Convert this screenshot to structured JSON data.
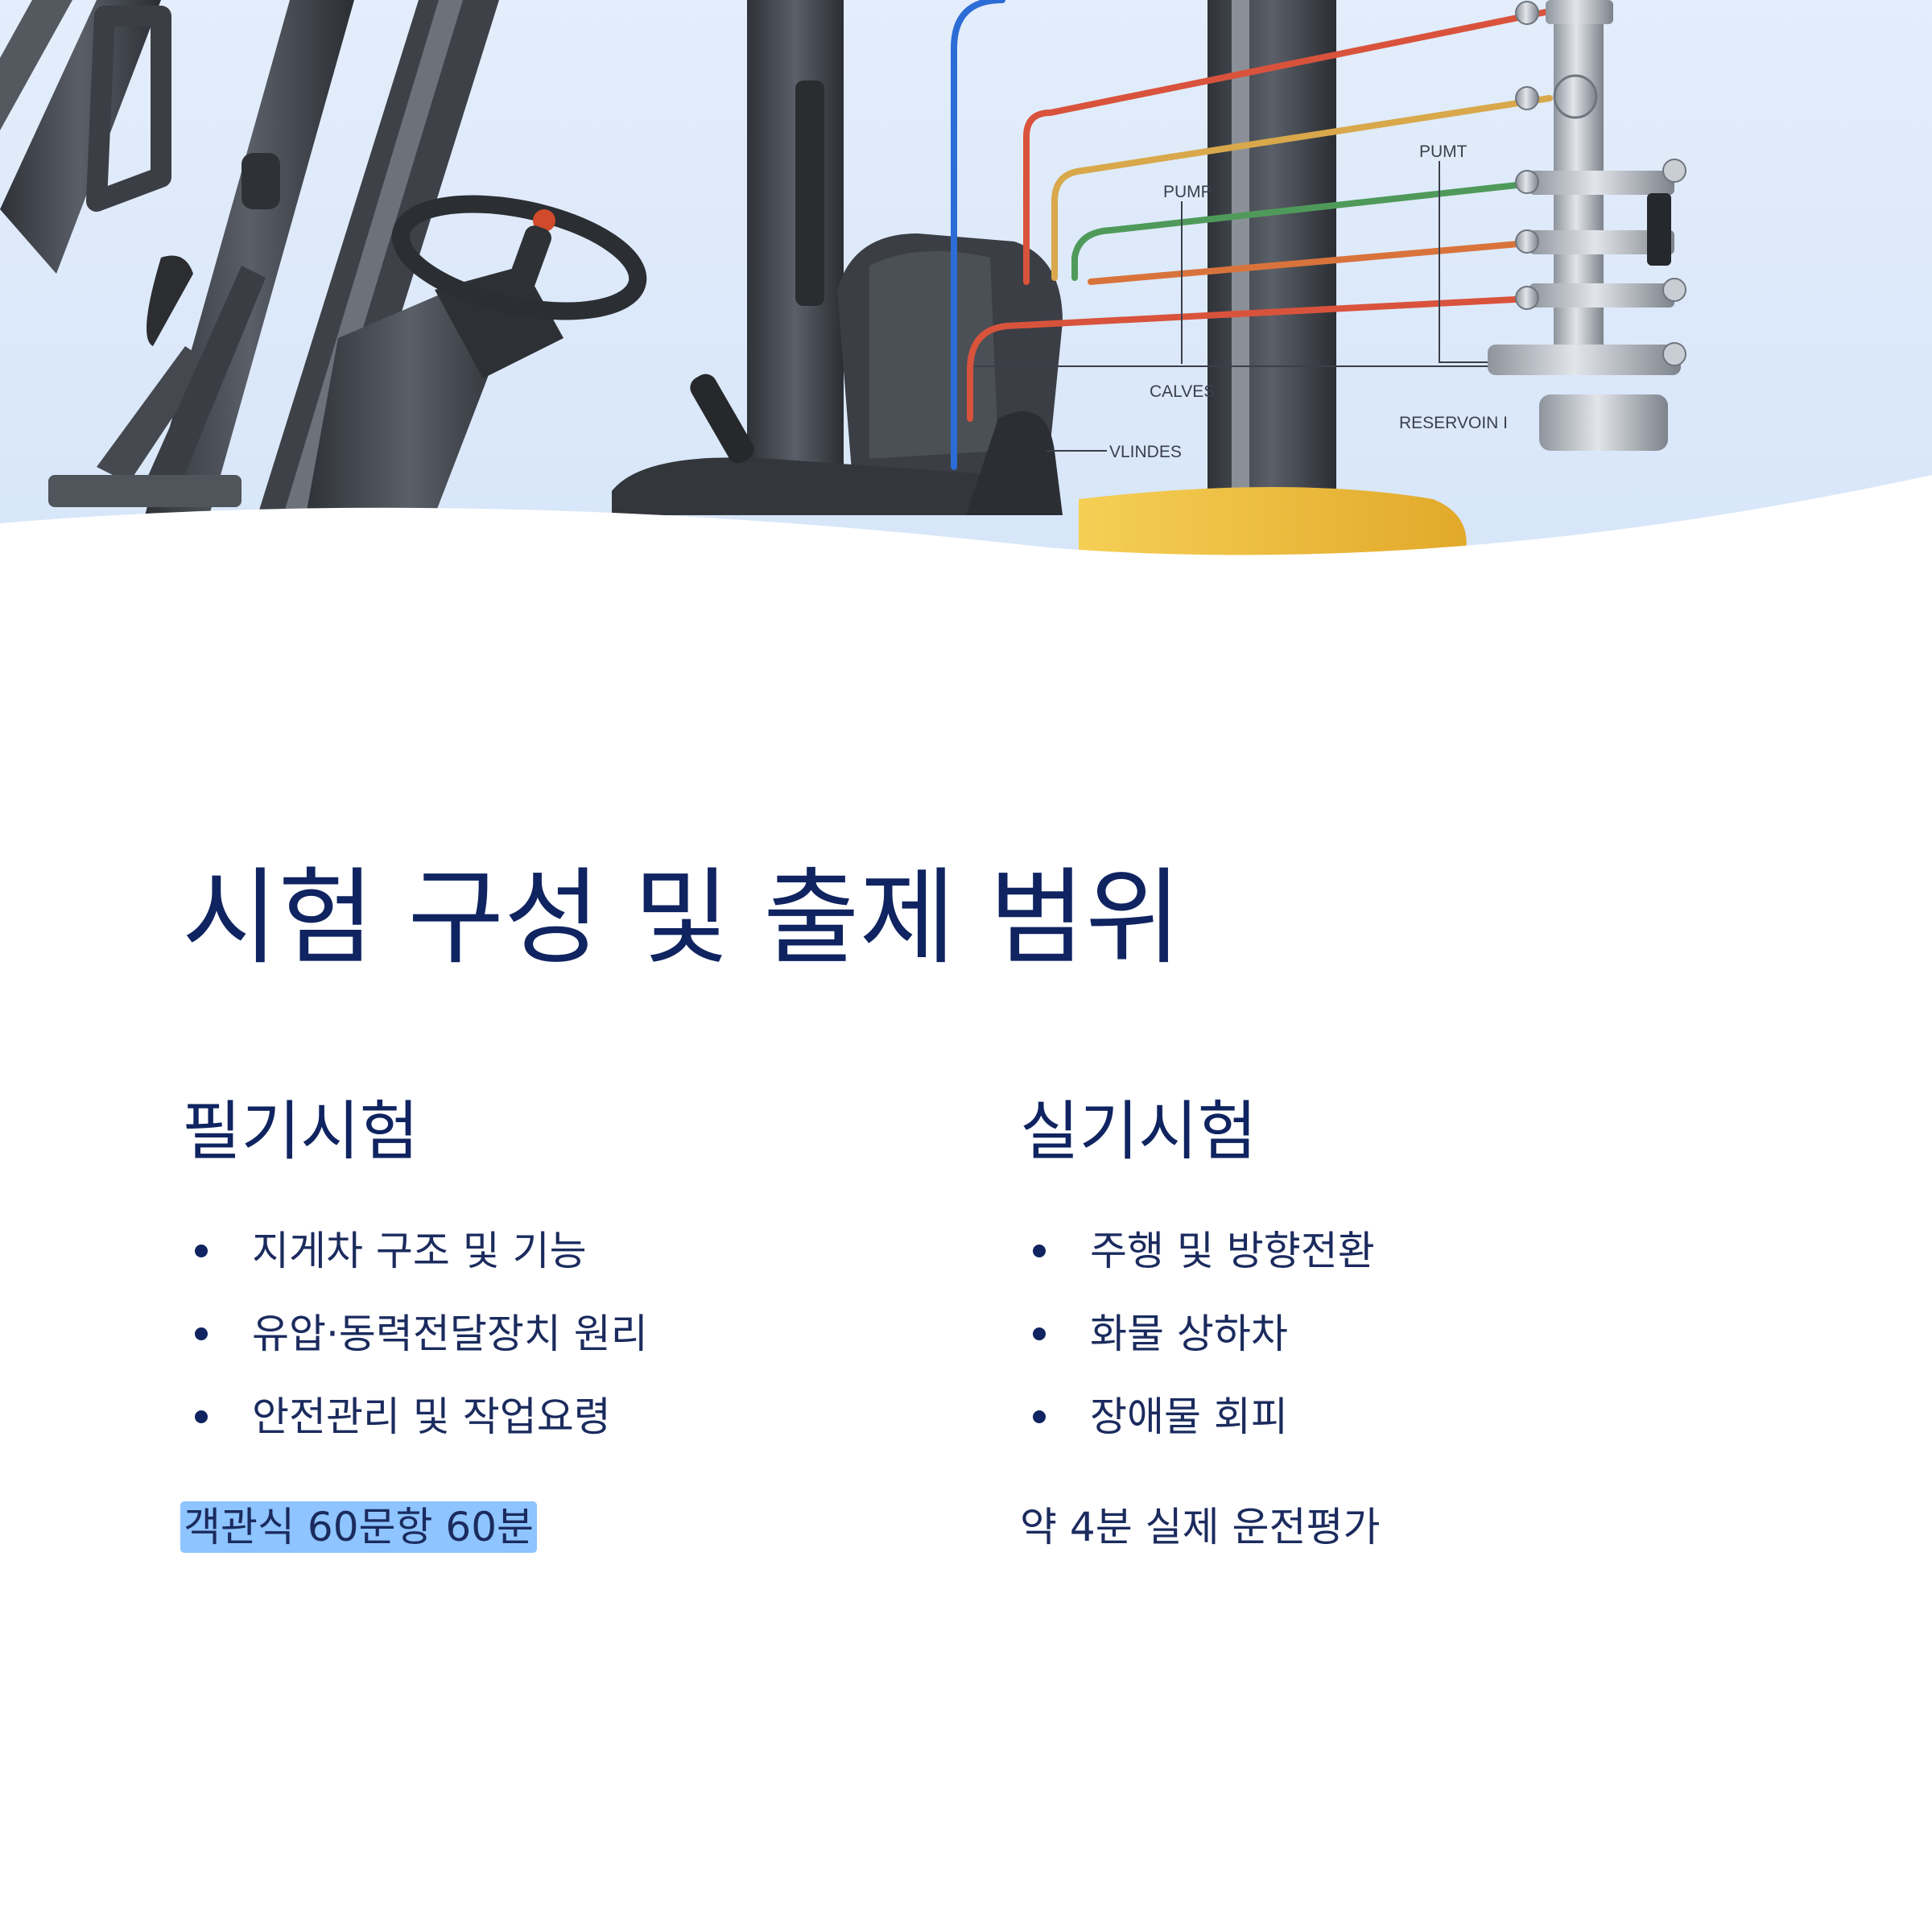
{
  "hero": {
    "illustration": "forklift-hydraulic-system-illustration",
    "labels": {
      "pump_small": "PUMP",
      "pump_large": "PUMT",
      "valves": "CALVES",
      "cylinders": "VLINDES",
      "reservoir": "RESERVOIN I"
    },
    "colors": {
      "sky": "#dde9fa",
      "forklift_body": "#f2c138",
      "hose_red": "#d9533c",
      "hose_blue": "#2c6cd6",
      "hose_yellow": "#d8a84b",
      "hose_green": "#4f9a5a",
      "hose_orange": "#d9733c"
    }
  },
  "main": {
    "title": "시험 구성 및 출제 범위",
    "written": {
      "heading": "필기시험",
      "items": [
        "지게차 구조 및 기능",
        "유압·동력전달장치 원리",
        "안전관리 및 작업요령"
      ],
      "note": "객관식 60문항 60분"
    },
    "practical": {
      "heading": "실기시험",
      "items": [
        "주행 및 방향전환",
        "화물 상하차",
        "장애물 회피"
      ],
      "note": "약 4분 실제 운전평가"
    }
  },
  "colors": {
    "text": "#0f2460",
    "highlight": "#8ec4ff",
    "background": "#ffffff"
  }
}
